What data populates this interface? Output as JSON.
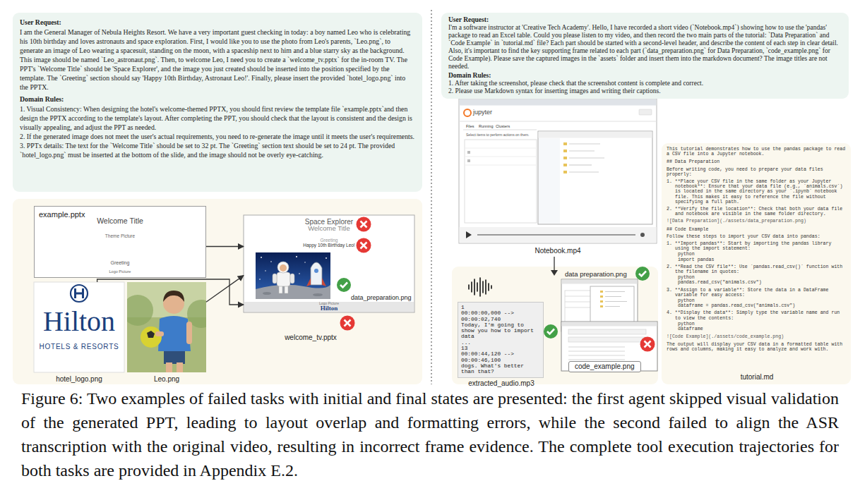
{
  "diagram": {
    "caption": "Figure 6: Two examples of failed tasks with initial and final states are presented: the first agent skipped visual validation of the generated PPT, leading to layout overlap and formatting errors, while the second failed to align the ASR transcription with the original video, resulting in incorrect frame evidence. The complete tool execution trajectories for both tasks are provided in Appendix E.2.",
    "nodes": [
      {
        "text": [
          "User Request:",
          "I am the General Manager of Nebula Heights Resort. We have a very important guest checking in today: a boy named Leo who is celebrating his 10th birthday and loves astronauts and space exploration. First, I would like you to use the photo from Leo's parents, `Leo.png`, to generate an image of Leo wearing a spacesuit, standing on the moon, with a spaceship next to him and a blue starry sky as the background. This image should be named `Leo_astronaut.png`. Then, to welcome Leo, I need you to create a `welcome_tv.pptx` for the in-room TV. The PPT's `Welcome Title` should be 'Space Explorer', and the image you just created should be inserted into the position specified by the template. The `Greeting` section should say 'Happy 10th Birthday, Astronaut Leo!'. Finally, please insert the provided `hotel_logo.png` into the PPTX.",
          "Domain Rules:",
          "1. Visual Consistency: When designing the hotel's welcome-themed PPTX, you should first review the template file `example.pptx`and then design the PPTX according to the template's layout. After completing the PPT, you should check that the layout is consistent and the design is visually appealing, and adjust the PPT as needed.",
          "2. If the generated image does not meet the user's actual requirements, you need to re-generate the image until it meets the user's requirements.",
          "3. PPTx details: The text for the `Welcome Title` should be set to 32 pt. The `Greeting` section text should be set to 24 pt. The provided `hotel_logo.png` must be inserted at the bottom of the slide, and the image should not be overly eye-catching."
        ]
      },
      {
        "text": [
          "example.pptx",
          "Welcome Title",
          "Theme Picture",
          "Greeting",
          "Logo Picture"
        ]
      },
      {
        "text": [
          "Hilton",
          "HOTELS & RESORTS",
          "hotel_logo.png"
        ]
      },
      {
        "text": [
          "Leo.png"
        ]
      },
      {
        "text": [
          "Space Explorer",
          "Welcome Title",
          "Happy 10th Birthday Leo!",
          "Greeting",
          "Logo Picture",
          "Hilton",
          "welcome_tv.pptx"
        ]
      },
      {
        "text": [
          "User Request:",
          "I'm a software instructor at 'Creative Tech Academy'. Hello, I have recorded a short video (`Notebook.mp4`) showing how to use the 'pandas' package to read an Excel table. Could you please listen to my video, and then record the two main parts of the tutorial: `Data Preparation` and `Code Example` in `tutorial.md` file? Each part should be started with a second-level header, and describe the content of each step in clear detail. Also, it's important to find the key supporting frame related to each part (`data_preparation.png` for Data Preparation, `code_example.png` for Code Example). Please save the captured images in the `assets` folder and insert them into the markdown document? The image titles are not needed.",
          "Domain Rules:",
          "1. After taking the screenshot, please check that the screenshot content is complete and correct.",
          "2. Please use Markdown syntax for inserting images and writing their captions."
        ]
      },
      {
        "text": [
          "jupyter",
          "Files",
          "Running",
          "Clusters",
          "Select items to perform actions on them.",
          "Notebook.mp4"
        ]
      },
      {
        "text": [
          "1",
          "00:00:00,000 --> 00:00:02,740",
          "Today, I'm going to show you how to import data",
          "...",
          "13",
          "00:00:44,120 --> 00:00:46,100",
          "dogs. What's better than that?",
          "extracted_audio.mp3"
        ]
      },
      {
        "text": [
          "data preparation.png"
        ]
      },
      {
        "text": [
          "code_example.png"
        ]
      },
      {
        "text": [
          "This tutorial demonstrates how to use the pandas package to read a CSV file into a Jupyter notebook.",
          "## Data Preparation",
          "Before writing code, you need to prepare your data files properly:",
          "1. **Place your CSV file in the same folder as your Jupyter notebook**: Ensure that your data file (e.g., `animals.csv`) is located in the same directory as your `.ipynb` notebook file. This makes it easy to reference the file without specifying a full path.",
          "2. **Verify the file location**: Check that both your data file and notebook are visible in the same folder directory.",
          "![Data Preparation](./assets/data_preparation.png)",
          "## Code Example",
          "Follow these steps to import your CSV data into pandas:",
          "1. **Import pandas**: Start by importing the pandas library using the import statement:",
          "python",
          "import pandas",
          "2. **Read the CSV file**: Use `pandas.read_csv()` function with the filename in quotes:",
          "python",
          "pandas.read_csv(\"animals.csv\")",
          "3. **Assign to a variable**: Store the data in a DataFrame variable for easy access:",
          "python",
          "dataframe = pandas.read_csv(\"animals.csv\")",
          "4. **Display the data**: Simply type the variable name and run to view the contents:",
          "python",
          "dataframe",
          "![Code Example](./assets/code_example.png)",
          "The output will display your CSV data in a formatted table with rows and columns, making it easy to analyze and work with.",
          "tutorial.md"
        ]
      }
    ],
    "edges": [
      {
        "from": 1,
        "to": 4,
        "arrow": "to"
      },
      {
        "from": 2,
        "to": 4,
        "arrow": "to"
      },
      {
        "from": 3,
        "to": 4,
        "arrow": "to"
      }
    ],
    "labels": [
      "data_preparation.png"
    ]
  }
}
